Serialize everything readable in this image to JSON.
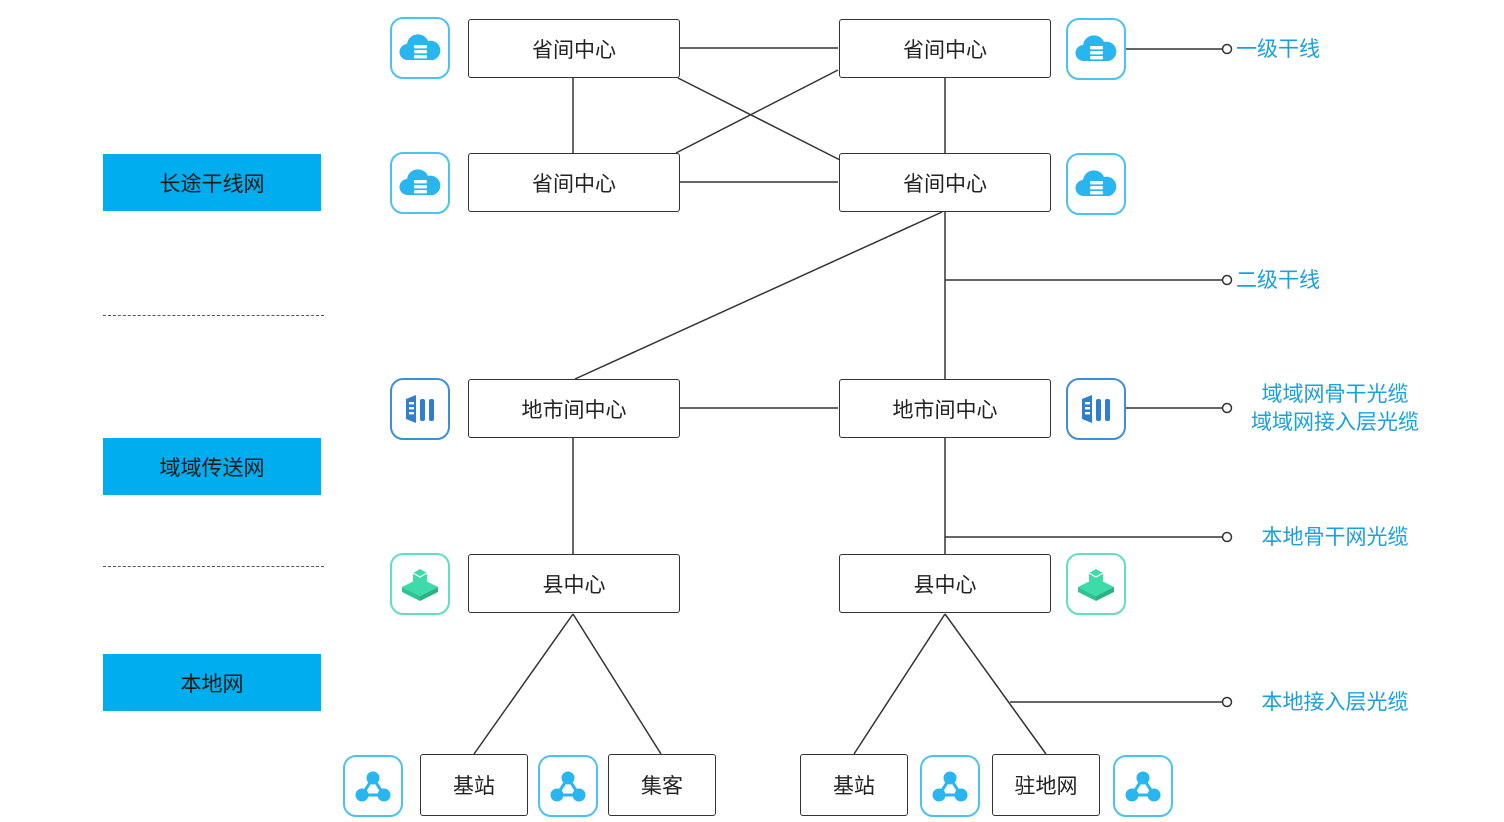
{
  "tiers": {
    "long_haul": "长途干线网",
    "metro": "域域传送网",
    "local": "本地网"
  },
  "nodes": {
    "prov_tl": "省间中心",
    "prov_tr": "省间中心",
    "prov_ml": "省间中心",
    "prov_mr": "省间中心",
    "city_l": "地市间中心",
    "city_r": "地市间中心",
    "county_l": "县中心",
    "county_r": "县中心",
    "leaf_1": "基站",
    "leaf_2": "集客",
    "leaf_3": "基站",
    "leaf_4": "驻地网"
  },
  "callouts": {
    "level1": "一级干线",
    "level2": "二级干线",
    "metro_a": "域域网骨干光缆",
    "metro_b": "域域网接入层光缆",
    "local_backbone": "本地骨干网光缆",
    "local_access": "本地接入层光缆"
  },
  "icons": {
    "provincial": "cloud-server-icon",
    "city": "transmission-equipment-icon",
    "county": "layered-box-icon",
    "access": "network-nodes-icon"
  },
  "colors": {
    "tier_fill": "#00aeef",
    "callout_text": "#1aa0dc",
    "cloud_icon": "#29b6f0",
    "city_icon": "#2f7fce",
    "county_icon": "#3ddba8",
    "line": "#333333"
  }
}
